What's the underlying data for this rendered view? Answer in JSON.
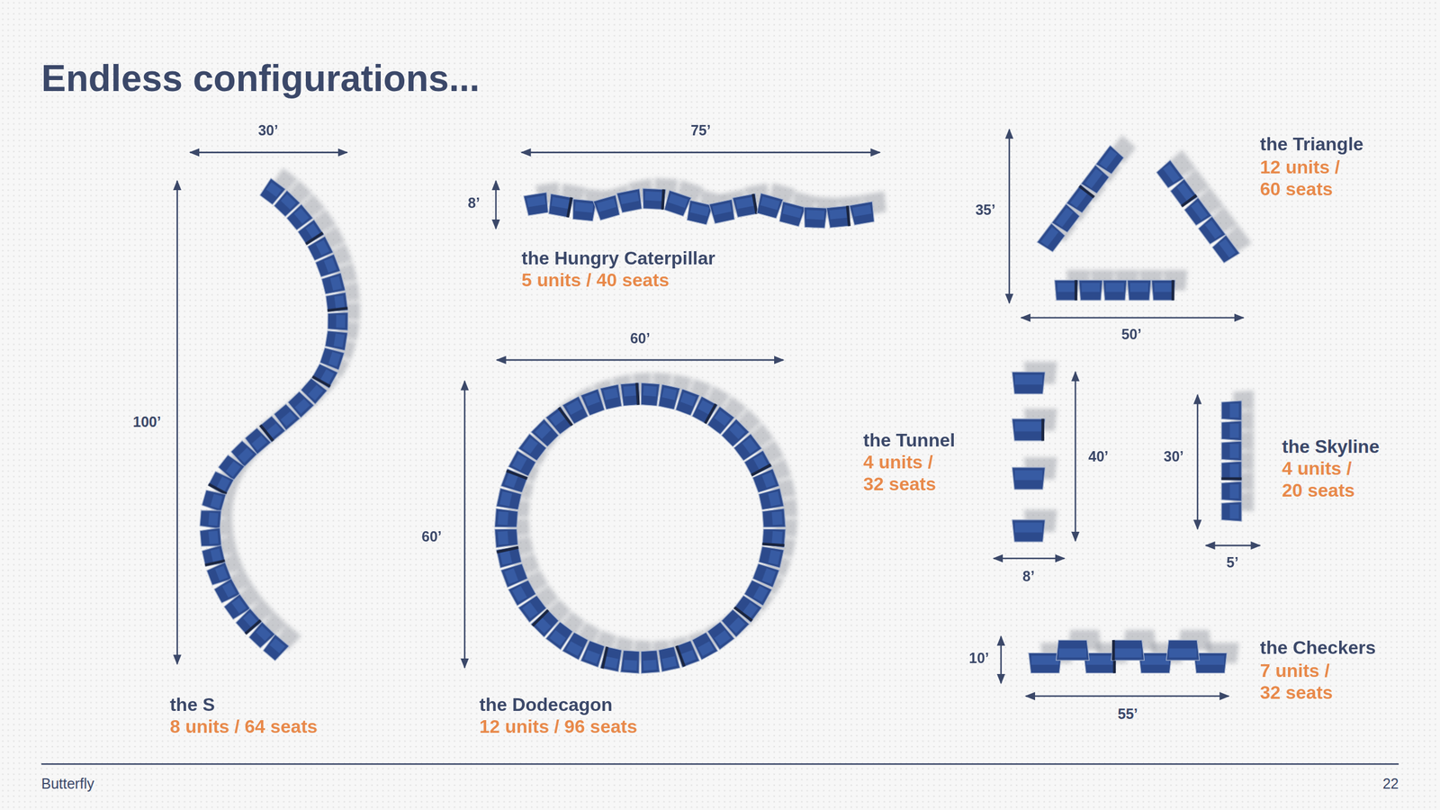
{
  "diagram": {
    "title": "Endless configurations...",
    "labels": [
      "30’",
      "100’",
      "75’",
      "8’",
      "the Hungry Caterpillar",
      "5 units / 40 seats",
      "60’",
      "60’",
      "the S",
      "8 units / 64 seats",
      "the Dodecagon",
      "12 units / 96 seats",
      "35’",
      "50’",
      "the Triangle",
      "12 units / 60 seats",
      "the Tunnel",
      "4 units / 32 seats",
      "40’",
      "8’",
      "30’",
      "5’",
      "the Skyline",
      "4 units / 20 seats",
      "10’",
      "55’",
      "the Checkers",
      "7 units / 32 seats",
      "Butterfly",
      "22"
    ]
  }
}
